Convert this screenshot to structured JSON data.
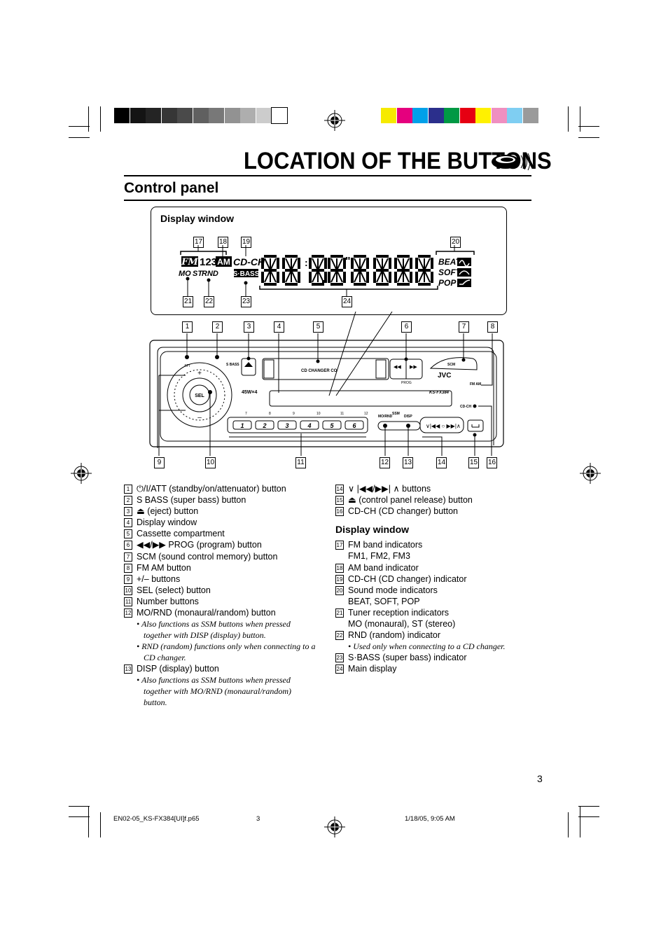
{
  "page": {
    "title": "LOCATION OF THE BUTTONS",
    "section": "Control panel",
    "page_number": "3"
  },
  "colors": {
    "gray_bars": [
      "#000000",
      "#141414",
      "#242424",
      "#363636",
      "#4a4a4a",
      "#606060",
      "#787878",
      "#929292",
      "#aeaeae",
      "#cccccc",
      "#ffffff"
    ],
    "color_bars": [
      "#f6ea00",
      "#e5007e",
      "#00a0e9",
      "#2b2f8c",
      "#009944",
      "#e60012",
      "#fff100",
      "#ef8fc0",
      "#7fcef2",
      "#9a9a9a"
    ]
  },
  "display_window": {
    "label": "Display window",
    "indicators": {
      "fm": "FM",
      "band_digits": "123",
      "am": "AM",
      "cdch": "CD-CH",
      "mo": "MO",
      "st": "ST",
      "rnd": "RND",
      "sbass": "S·BASS",
      "beat": "BEAT",
      "soft": "SOFT",
      "pop": "POP"
    },
    "main_display": "8 8:8.8\"8 8 8 8"
  },
  "callouts": {
    "dw": [
      "17",
      "18",
      "19",
      "20",
      "21",
      "22",
      "23",
      "24"
    ],
    "top": [
      "1",
      "2",
      "3",
      "4",
      "5",
      "6",
      "7",
      "8"
    ],
    "bottom": [
      "9",
      "10",
      "11",
      "12",
      "13",
      "14",
      "15",
      "16"
    ]
  },
  "device": {
    "brand": "JVC",
    "model": "KS-FX384",
    "power": "45W×4",
    "cd_changer": "CD CHANGER CO",
    "prog": "PROG",
    "scm": "SCM",
    "sel": "SEL",
    "sbass": "S BASS",
    "att": "ATT",
    "fm_am": "FM AM",
    "cdch": "CD-CH",
    "mo_rnd": "MO/RND",
    "disp": "DISP",
    "ssm": "SSM",
    "number_buttons": [
      "1",
      "2",
      "3",
      "4",
      "5",
      "6"
    ],
    "track_numbers": [
      "7",
      "8",
      "9",
      "10",
      "11",
      "12"
    ]
  },
  "left_list": [
    {
      "n": "1",
      "text": "⏻/I/ATT (standby/on/attenuator) button"
    },
    {
      "n": "2",
      "text": "S BASS (super bass) button"
    },
    {
      "n": "3",
      "text": "⏏ (eject) button"
    },
    {
      "n": "4",
      "text": "Display window"
    },
    {
      "n": "5",
      "text": "Cassette compartment"
    },
    {
      "n": "6",
      "text": "◀◀/▶▶ PROG (program) button"
    },
    {
      "n": "7",
      "text": "SCM (sound control memory) button"
    },
    {
      "n": "8",
      "text": "FM AM button"
    },
    {
      "n": "9",
      "text": "+/– buttons"
    },
    {
      "n": "10",
      "text": "SEL (select) button"
    },
    {
      "n": "11",
      "text": "Number buttons"
    },
    {
      "n": "12",
      "text": "MO/RND (monaural/random) button"
    }
  ],
  "notes_12": [
    "Also functions as SSM buttons when pressed together with DISP (display) button.",
    "RND (random) functions only when connecting to a CD changer."
  ],
  "item_13": {
    "n": "13",
    "text": "DISP (display) button"
  },
  "notes_13": [
    "Also functions as SSM buttons when pressed together with MO/RND (monaural/random) button."
  ],
  "right_list": [
    {
      "n": "14",
      "text": "∨ |◀◀/▶▶| ∧ buttons"
    },
    {
      "n": "15",
      "text": "⏏ (control panel release) button"
    },
    {
      "n": "16",
      "text": "CD-CH (CD changer) button"
    }
  ],
  "dw_heading": "Display window",
  "dw_list": [
    {
      "n": "17",
      "text": "FM band indicators",
      "sub": "FM1, FM2, FM3"
    },
    {
      "n": "18",
      "text": "AM band indicator",
      "sub": ""
    },
    {
      "n": "19",
      "text": "CD-CH (CD changer) indicator",
      "sub": ""
    },
    {
      "n": "20",
      "text": "Sound mode indicators",
      "sub": "BEAT, SOFT, POP"
    },
    {
      "n": "21",
      "text": "Tuner reception indicators",
      "sub": "MO (monaural), ST (stereo)"
    },
    {
      "n": "22",
      "text": "RND (random) indicator",
      "sub": ""
    }
  ],
  "note_22": "Used only when connecting to a CD changer.",
  "dw_list2": [
    {
      "n": "23",
      "text": "S·BASS (super bass) indicator"
    },
    {
      "n": "24",
      "text": "Main display"
    }
  ],
  "footer": {
    "file": "EN02-05_KS-FX384[UI]f.p65",
    "page": "3",
    "date": "1/18/05, 9:05 AM"
  }
}
